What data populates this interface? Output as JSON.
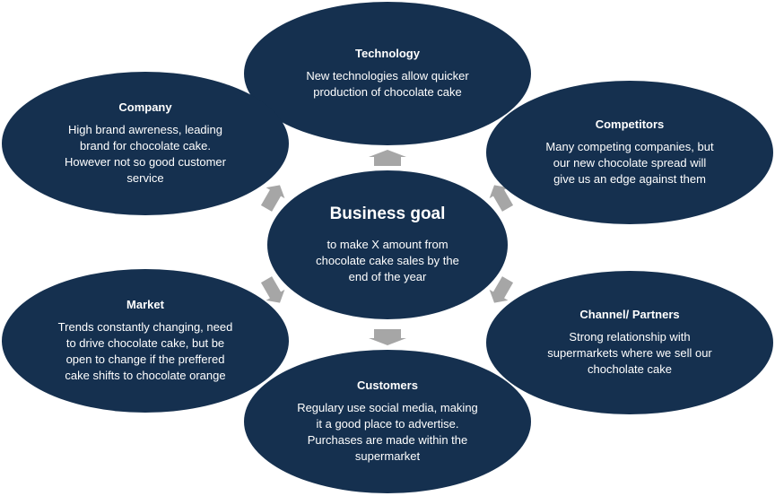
{
  "center": {
    "title": "Business goal",
    "body": "to make X amount  from\nchocolate cake sales by the\nend of the year"
  },
  "nodes": {
    "technology": {
      "title": "Technology",
      "body": "New technologies allow quicker\nproduction  of chocolate cake"
    },
    "company": {
      "title": "Company",
      "body": "High brand awreness, leading\nbrand for chocolate cake.\nHowever not so good customer\nservice"
    },
    "competitors": {
      "title": "Competitors",
      "body": "Many competing companies, but\nour new chocolate spread will\ngive us an edge against them"
    },
    "market": {
      "title": "Market",
      "body": "Trends constantly changing, need\nto drive chocolate cake, but be\nopen to change if the preffered\ncake shifts to chocolate orange"
    },
    "channel": {
      "title": "Channel/ Partners",
      "body": "Strong relationship with\nsupermarkets  where we sell our\nchocholate cake"
    },
    "customers": {
      "title": "Customers",
      "body": "Regulary use social media, making\nit a good place to advertise.\nPurchases are made within the\nsupermarket"
    }
  },
  "colors": {
    "node_fill": "#15304f",
    "arrow_fill": "#a6a6a6",
    "text": "#ffffff"
  }
}
